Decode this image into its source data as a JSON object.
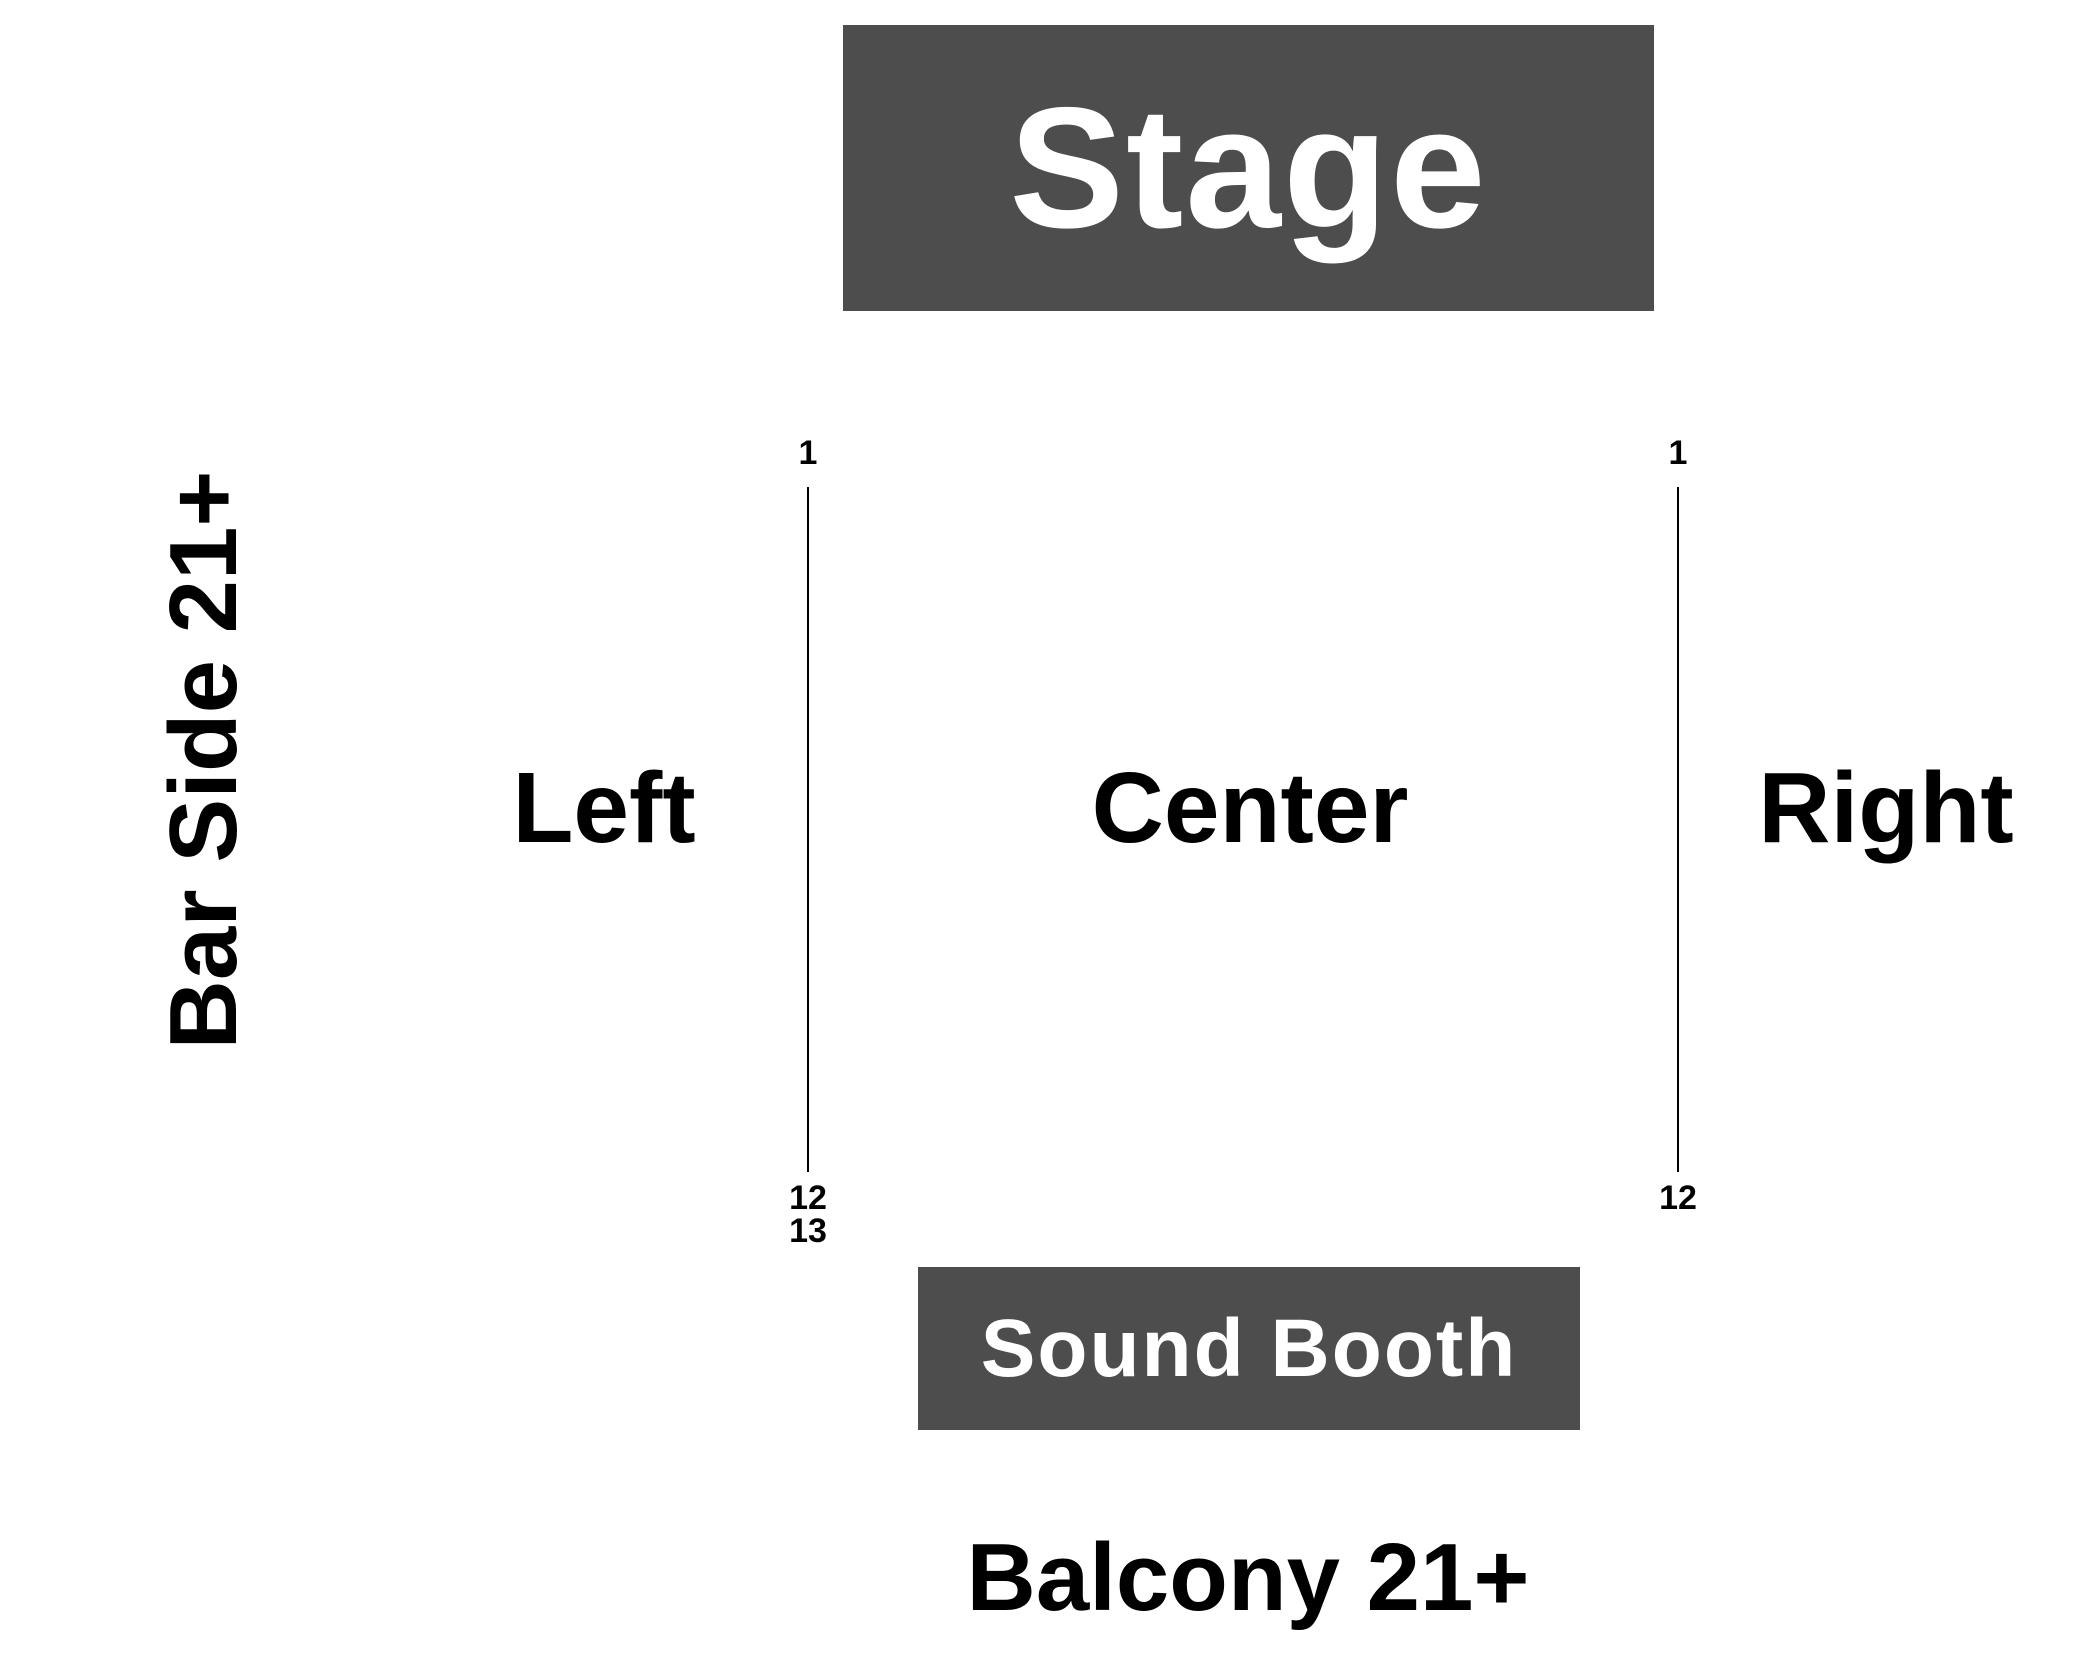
{
  "colors": {
    "block_fill": "#4d4d4d",
    "block_text": "#ffffff",
    "label_text": "#000000",
    "line": "#000000"
  },
  "stage": {
    "label": "Stage"
  },
  "sound_booth": {
    "label": "Sound Booth"
  },
  "sections": {
    "left": "Left",
    "center": "Center",
    "right": "Right",
    "balcony": "Balcony 21+",
    "bar_side": "Bar Side 21+"
  },
  "rows": {
    "left": {
      "first": "1",
      "last": "12",
      "extra": "13"
    },
    "right": {
      "first": "1",
      "last": "12"
    }
  }
}
